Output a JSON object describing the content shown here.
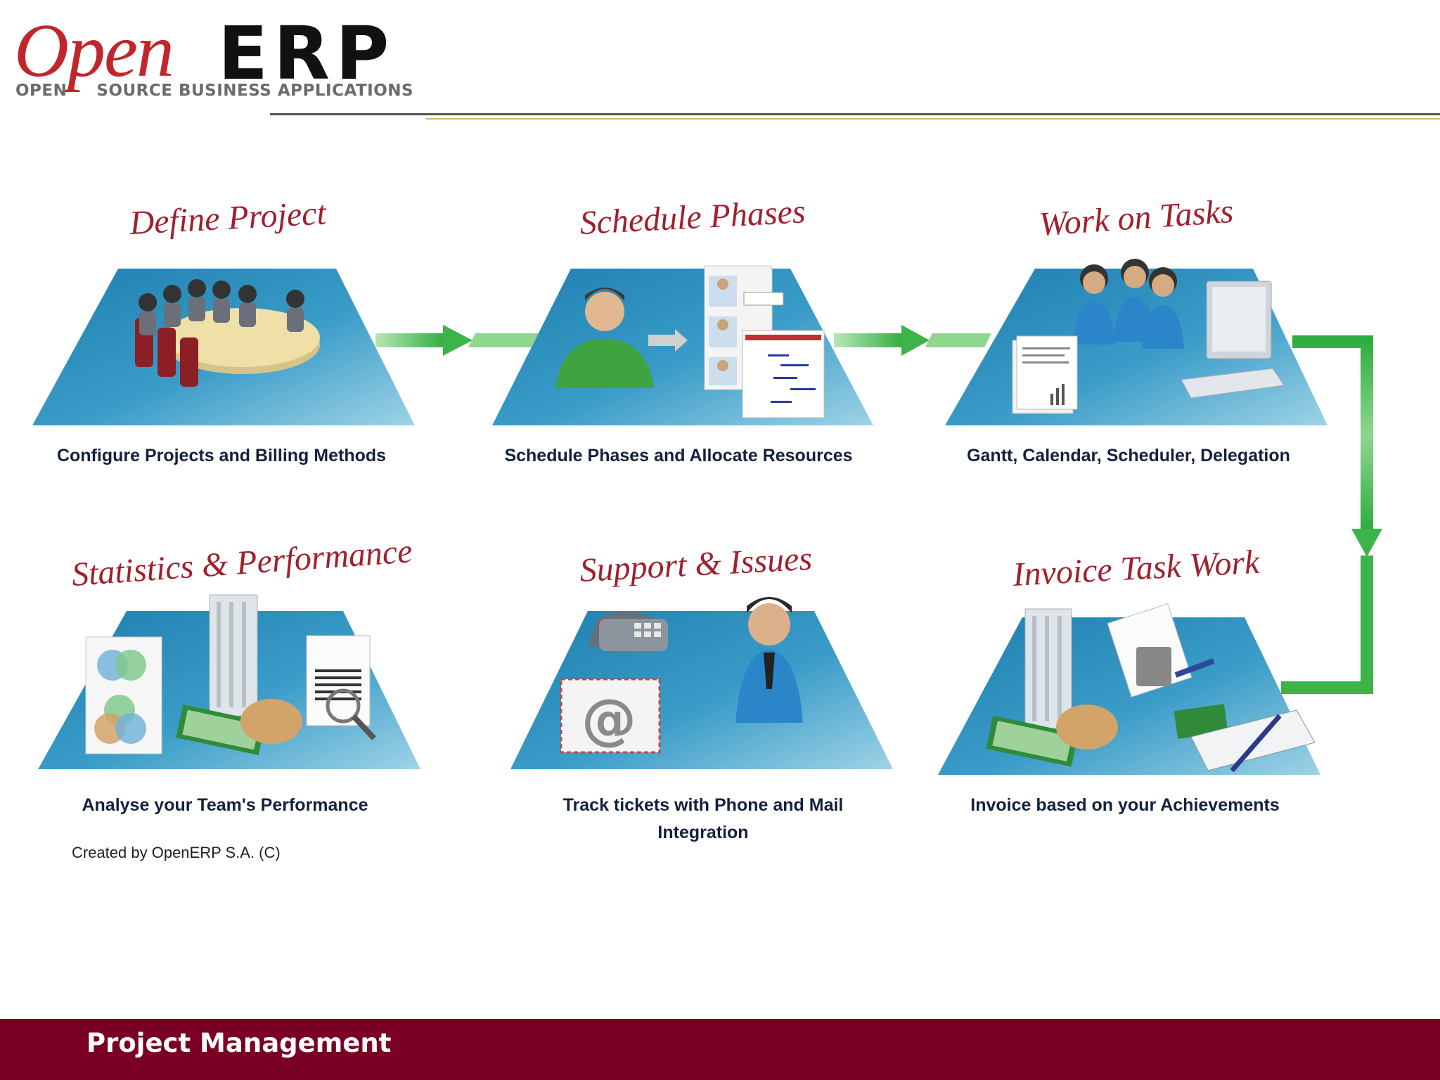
{
  "logo": {
    "open": "Open",
    "erp": "ERP",
    "tagline_left": "OPEN",
    "tagline_right": "SOURCE BUSINESS APPLICATIONS"
  },
  "steps": [
    {
      "title": "Define Project",
      "caption": "Configure Projects and Billing Methods"
    },
    {
      "title": "Schedule Phases",
      "caption": "Schedule Phases and Allocate Resources"
    },
    {
      "title": "Work on Tasks",
      "caption": "Gantt, Calendar, Scheduler, Delegation"
    },
    {
      "title": "Statistics & Performance",
      "caption": "Analyse your Team's Performance"
    },
    {
      "title": "Support & Issues",
      "caption": "Track tickets with Phone and Mail Integration"
    },
    {
      "title": "Invoice Task Work",
      "caption": "Invoice based on your Achievements"
    }
  ],
  "credit": "Created by OpenERP S.A. (C)",
  "footer": {
    "title": "Project Management"
  },
  "colors": {
    "brand_red": "#c0262b",
    "title_red": "#a0202d",
    "caption_navy": "#14213d",
    "footer_maroon": "#7a0024",
    "arrow_green": "#3cb44a",
    "platform_blue": "#2d8fbf"
  }
}
